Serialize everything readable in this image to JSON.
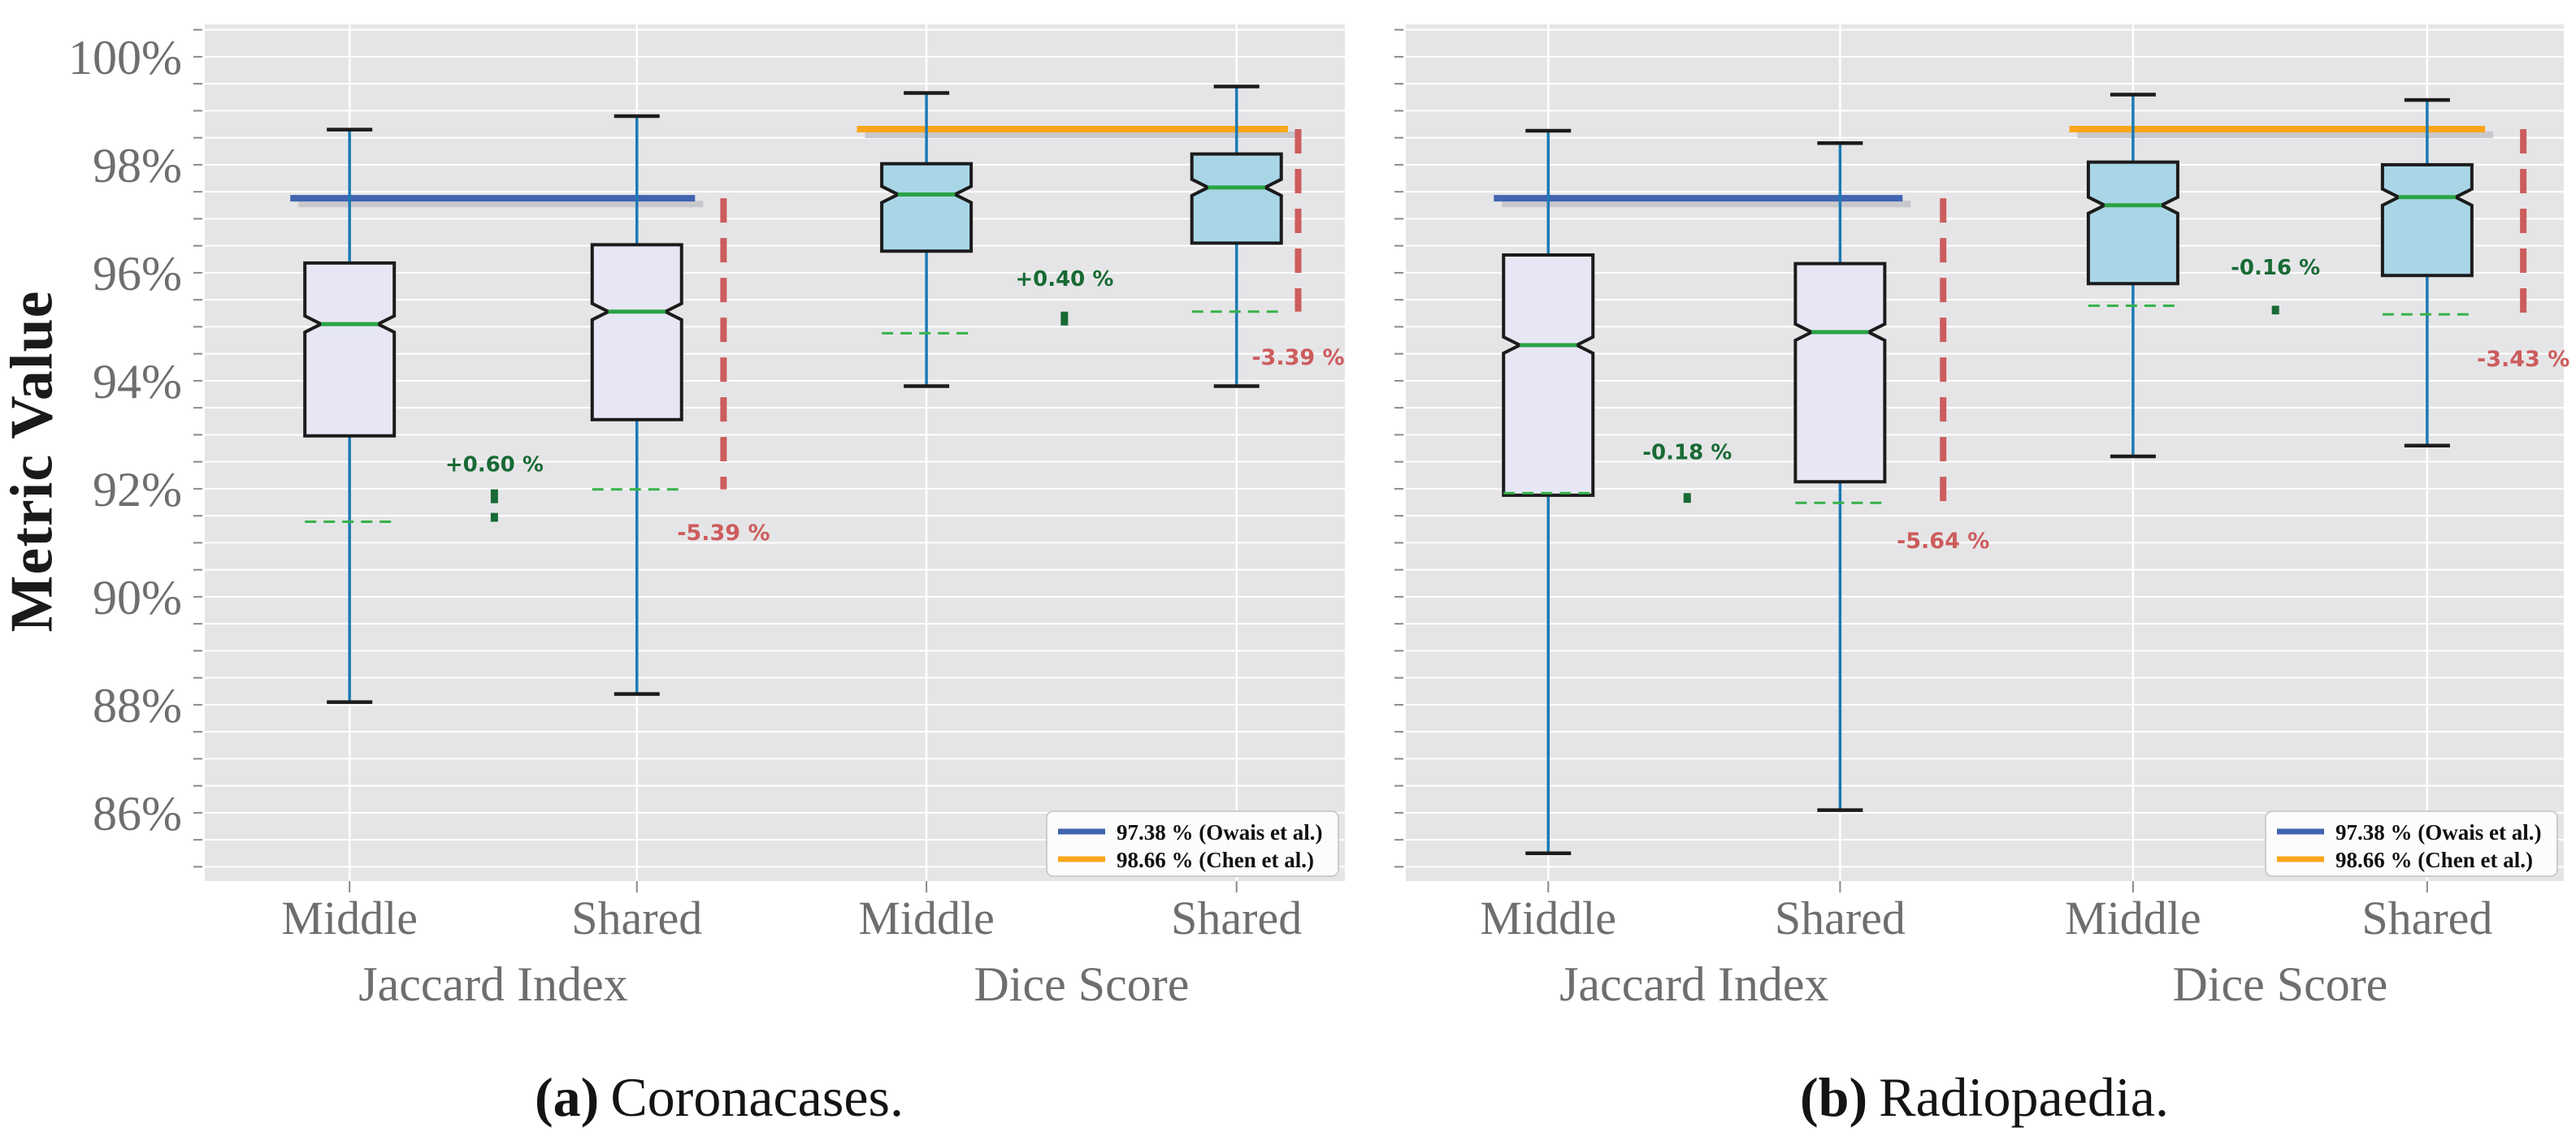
{
  "figure": {
    "ylabel": "Metric Value",
    "y_axis": {
      "unit": "%",
      "major_tick_labels": [
        "100%",
        "98%",
        "96%",
        "94%",
        "92%",
        "90%",
        "88%",
        "86%"
      ],
      "major_tick_values": [
        100,
        98,
        96,
        94,
        92,
        90,
        88,
        86
      ],
      "minor_step_pct": 0.5,
      "top_value": 100.6,
      "bottom_value": 84.74,
      "grid": true
    },
    "legend": {
      "position": "lower right",
      "entries": [
        {
          "icon": "blue-line-swatch",
          "color": "#4164b0",
          "label": "97.38 % (Owais et al.)"
        },
        {
          "icon": "orange-line-swatch",
          "color": "#faa61a",
          "label": "98.66 % (Chen et al.)"
        }
      ]
    },
    "colors": {
      "plot_bg": "#e5e5e7",
      "grid": "#ffffff",
      "jaccard_box_fill": "#e7e6f4",
      "dice_box_fill": "#a9d6e7",
      "box_edge": "#1b1b1b",
      "whisker": "#1c7ab5",
      "cap": "#1b1b1b",
      "median": "#2aa344",
      "mean_dash": "#36b24a",
      "ref_blue": "#4164b0",
      "ref_orange": "#faa61a",
      "ref_shadow": "#c8c8cc",
      "gap_red": "#cd5c5c",
      "diff_green": "#186a34",
      "tick_label": "#6e6e6e",
      "legend_text": "#111111"
    }
  },
  "chart_data": {
    "type": "boxplot",
    "ylabel": "Metric Value",
    "charts": [
      {
        "id": "coronacases",
        "caption": {
          "tag": "(a)",
          "text": "Coronacases."
        },
        "group_labels": [
          "Jaccard Index",
          "Dice Score"
        ],
        "columns": [
          {
            "group": 0,
            "label": "Middle",
            "x_frac": 0.127,
            "style": "jaccard",
            "box": {
              "whisker_low": 88.05,
              "q1": 92.98,
              "median": 95.05,
              "q3": 96.18,
              "whisker_high": 98.65,
              "mean": 91.39
            }
          },
          {
            "group": 0,
            "label": "Shared",
            "x_frac": 0.379,
            "style": "jaccard",
            "box": {
              "whisker_low": 88.2,
              "q1": 93.28,
              "median": 95.28,
              "q3": 96.52,
              "whisker_high": 98.9,
              "mean": 91.99
            }
          },
          {
            "group": 1,
            "label": "Middle",
            "x_frac": 0.633,
            "style": "dice",
            "box": {
              "whisker_low": 93.9,
              "q1": 96.4,
              "median": 97.45,
              "q3": 98.02,
              "whisker_high": 99.33,
              "mean": 94.88
            }
          },
          {
            "group": 1,
            "label": "Shared",
            "x_frac": 0.905,
            "style": "dice",
            "box": {
              "whisker_low": 93.9,
              "q1": 96.55,
              "median": 97.58,
              "q3": 98.2,
              "whisker_high": 99.45,
              "mean": 95.28
            }
          }
        ],
        "reference_lines": [
          {
            "name": "owais",
            "value": 97.38,
            "color": "#4164b0",
            "x_frac_start": 0.075,
            "x_frac_end": 0.43
          },
          {
            "name": "chen",
            "value": 98.66,
            "color": "#faa61a",
            "x_frac_start": 0.572,
            "x_frac_end": 0.95
          }
        ],
        "mean_diff_markers": [
          {
            "label": "+0.60 %",
            "x_frac": 0.254,
            "from_value": 91.99,
            "to_value": 91.39,
            "label_value": 92.32
          },
          {
            "label": "+0.40 %",
            "x_frac": 0.754,
            "from_value": 95.28,
            "to_value": 94.88,
            "label_value": 95.76
          }
        ],
        "gap_markers": [
          {
            "label": "-5.39 %",
            "x_frac": 0.455,
            "from_value": 97.38,
            "to_value": 91.99,
            "label_value": 91.05
          },
          {
            "label": "-3.39 %",
            "x_frac": 0.959,
            "from_value": 98.66,
            "to_value": 95.28,
            "label_value": 94.3
          }
        ]
      },
      {
        "id": "radiopaedia",
        "caption": {
          "tag": "(b)",
          "text": "Radiopaedia."
        },
        "group_labels": [
          "Jaccard Index",
          "Dice Score"
        ],
        "columns": [
          {
            "group": 0,
            "label": "Middle",
            "x_frac": 0.123,
            "style": "jaccard",
            "box": {
              "whisker_low": 85.25,
              "q1": 91.88,
              "median": 94.66,
              "q3": 96.33,
              "whisker_high": 98.63,
              "mean": 91.92
            }
          },
          {
            "group": 0,
            "label": "Shared",
            "x_frac": 0.375,
            "style": "jaccard",
            "box": {
              "whisker_low": 86.05,
              "q1": 92.13,
              "median": 94.9,
              "q3": 96.17,
              "whisker_high": 98.4,
              "mean": 91.74
            }
          },
          {
            "group": 1,
            "label": "Middle",
            "x_frac": 0.628,
            "style": "dice",
            "box": {
              "whisker_low": 92.6,
              "q1": 95.8,
              "median": 97.25,
              "q3": 98.05,
              "whisker_high": 99.3,
              "mean": 95.39
            }
          },
          {
            "group": 1,
            "label": "Shared",
            "x_frac": 0.882,
            "style": "dice",
            "box": {
              "whisker_low": 92.8,
              "q1": 95.95,
              "median": 97.4,
              "q3": 98.0,
              "whisker_high": 99.2,
              "mean": 95.23
            }
          }
        ],
        "reference_lines": [
          {
            "name": "owais",
            "value": 97.38,
            "color": "#4164b0",
            "x_frac_start": 0.076,
            "x_frac_end": 0.429
          },
          {
            "name": "chen",
            "value": 98.66,
            "color": "#faa61a",
            "x_frac_start": 0.573,
            "x_frac_end": 0.932
          }
        ],
        "mean_diff_markers": [
          {
            "label": "-0.18 %",
            "x_frac": 0.243,
            "from_value": 91.92,
            "to_value": 91.74,
            "label_value": 92.55
          },
          {
            "label": "-0.16 %",
            "x_frac": 0.751,
            "from_value": 95.39,
            "to_value": 95.23,
            "label_value": 95.97
          }
        ],
        "gap_markers": [
          {
            "label": "-5.64 %",
            "x_frac": 0.464,
            "from_value": 97.38,
            "to_value": 91.74,
            "label_value": 90.9
          },
          {
            "label": "-3.43 %",
            "x_frac": 0.965,
            "from_value": 98.66,
            "to_value": 95.23,
            "label_value": 94.27
          }
        ]
      }
    ]
  }
}
